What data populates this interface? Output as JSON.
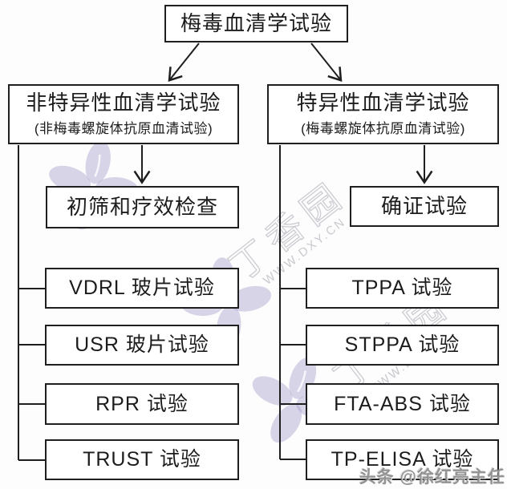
{
  "root_box": {
    "label": "梅毒血清学试验"
  },
  "left_branch": {
    "header": "非特异性血清学试验",
    "header_caption": "(非梅毒螺旋体抗原血清试验)",
    "sub_box": "初筛和疗效检查",
    "tests": [
      "VDRL 玻片试验",
      "USR 玻片试验",
      "RPR 试验",
      "TRUST 试验"
    ]
  },
  "right_branch": {
    "header": "特异性血清学试验",
    "header_caption": "(梅毒螺旋体抗原血清试验)",
    "sub_box": "确证试验",
    "tests": [
      "TPPA 试验",
      "STPPA 试验",
      "FTA-ABS 试验",
      "TP-ELISA 试验"
    ]
  },
  "watermarks": {
    "site_name": "丁香园",
    "site_url": "WWW.DXY.CN",
    "credit": "头条 @徐红亮主任",
    "flower_color": "#aaa2cf",
    "line_color": "#1f1f1f"
  }
}
